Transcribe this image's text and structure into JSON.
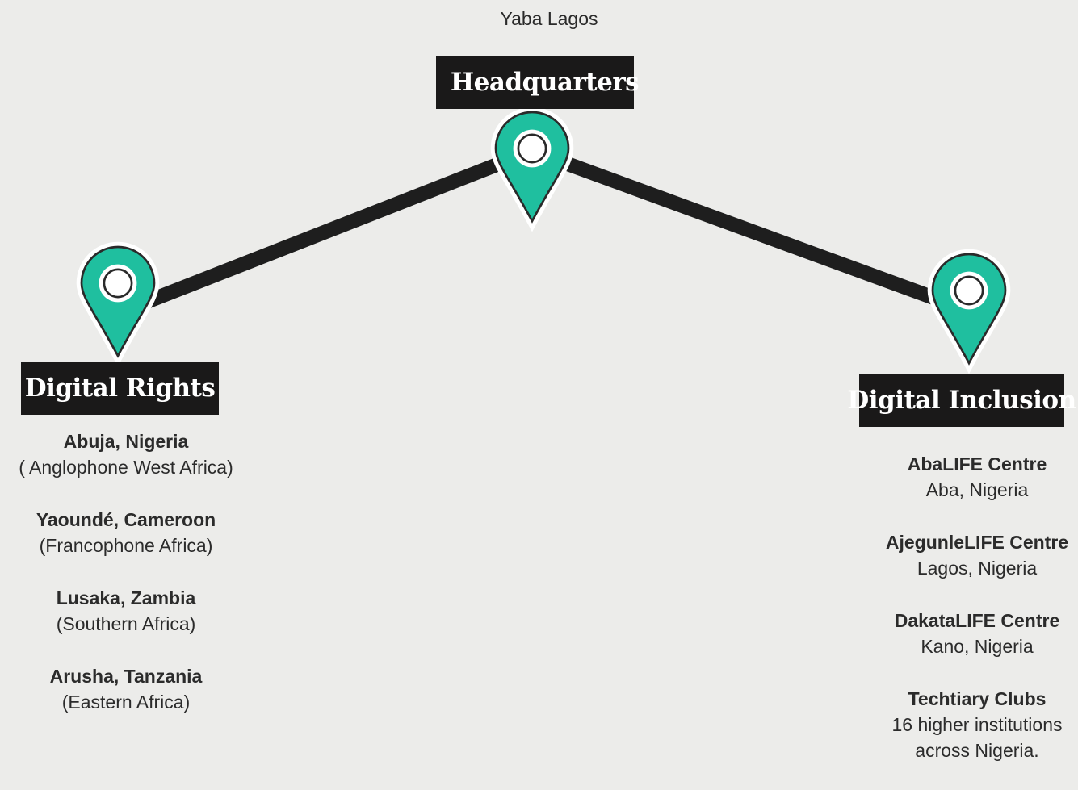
{
  "headquarters": {
    "location": "Yaba Lagos",
    "title": "Headquarters"
  },
  "digital_rights": {
    "title": "Digital Rights",
    "offices": [
      {
        "name": "Abuja, Nigeria",
        "region": "( Anglophone West Africa)"
      },
      {
        "name": "Yaoundé, Cameroon",
        "region": "(Francophone Africa)"
      },
      {
        "name": "Lusaka, Zambia",
        "region": "(Southern Africa)"
      },
      {
        "name": "Arusha, Tanzania",
        "region": "(Eastern Africa)"
      }
    ]
  },
  "digital_inclusion": {
    "title": "Digital Inclusion",
    "centres": [
      {
        "name": "AbaLIFE Centre",
        "location": "Aba, Nigeria"
      },
      {
        "name": "AjegunleLIFE Centre",
        "location": "Lagos, Nigeria"
      },
      {
        "name": "DakataLIFE Centre",
        "location": "Kano, Nigeria"
      },
      {
        "name": "Techtiary Clubs",
        "location": "16 higher institutions",
        "location_2": "across Nigeria."
      }
    ]
  },
  "colors": {
    "background": "#ececea",
    "pin_fill": "#1fbf9f",
    "pin_outline": "#2a2a2a",
    "connector": "#1e1e1e",
    "label_bg": "#1a1919",
    "label_text": "#ffffff"
  },
  "icons": {
    "pin": "map-pin-icon"
  }
}
